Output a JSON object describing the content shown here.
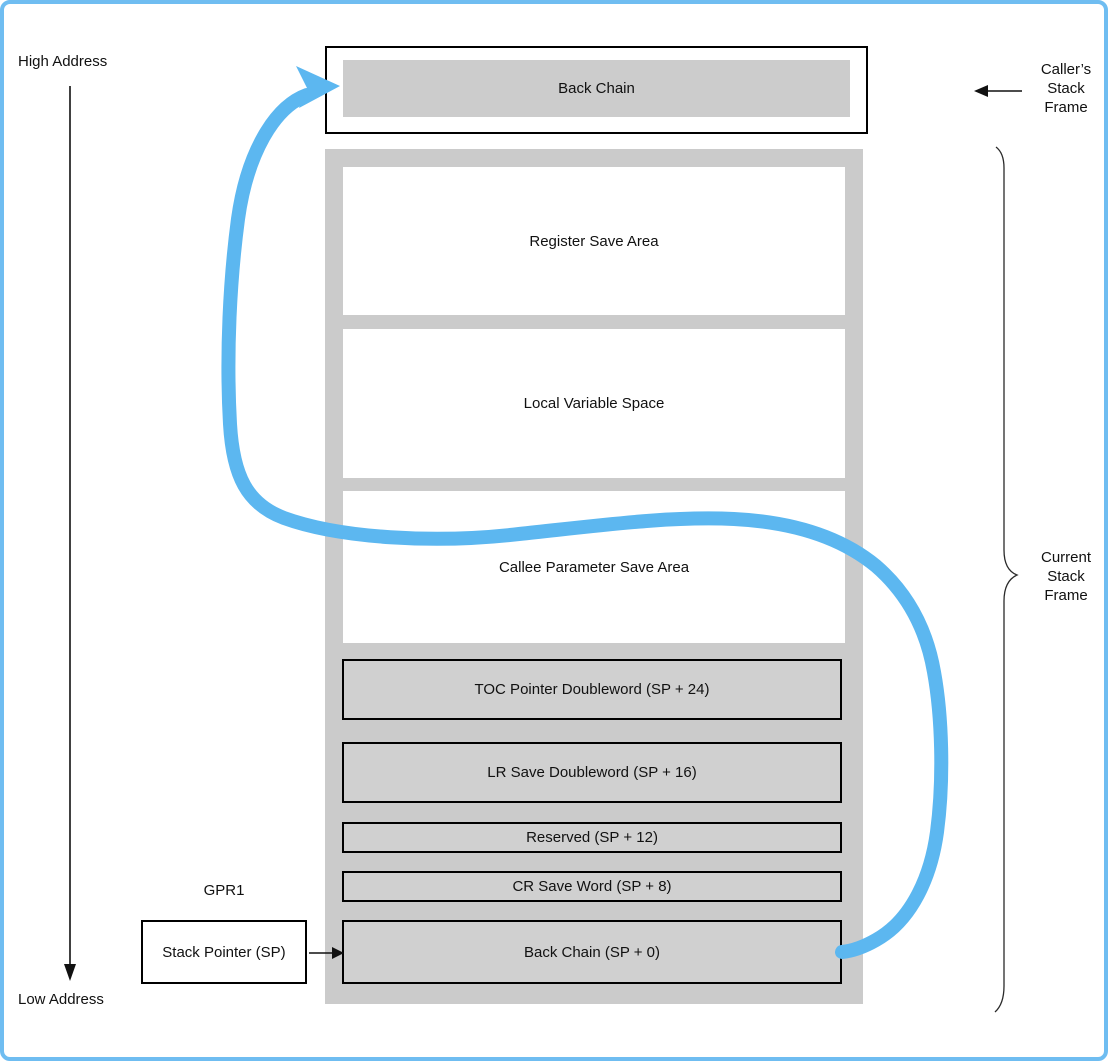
{
  "colors": {
    "page_border": "#6fbdf1",
    "frame_gray": "#cbcbcb",
    "slot_gray": "#d0d0d0",
    "arrow_blue": "#5cb7f0",
    "line_black": "#111111"
  },
  "labels": {
    "high_address": "High Address",
    "low_address": "Low Address",
    "gpr1": "GPR1"
  },
  "caller_annotation": {
    "line1": "Caller’s",
    "line2": "Stack",
    "line3": "Frame"
  },
  "current_annotation": {
    "line1": "Current",
    "line2": "Stack",
    "line3": "Frame"
  },
  "caller_box": {
    "label": "Back Chain"
  },
  "stack_pointer_box": {
    "label": "Stack Pointer (SP)"
  },
  "frame": {
    "areas": [
      "Register Save Area",
      "Local Variable Space",
      "Callee Parameter Save Area"
    ],
    "slots": [
      "TOC Pointer Doubleword (SP + 24)",
      "LR Save Doubleword (SP + 16)",
      "Reserved (SP + 12)",
      "CR Save Word (SP + 8)",
      "Back Chain (SP + 0)"
    ]
  }
}
